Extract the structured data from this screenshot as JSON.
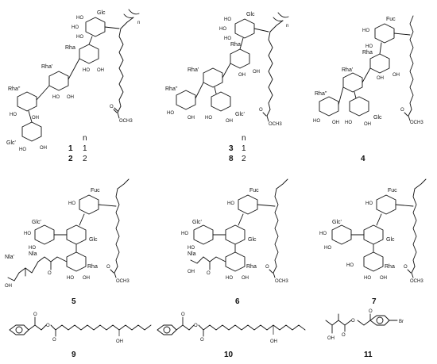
{
  "compounds": {
    "c1": "1",
    "c2": "2",
    "c3": "3",
    "c8": "8",
    "c4": "4",
    "c5": "5",
    "c6": "6",
    "c7": "7",
    "c9": "9",
    "c10": "10",
    "c11": "11"
  },
  "n_tables": {
    "left": {
      "header": "n",
      "row1": "1",
      "row2": "2"
    },
    "right": {
      "header": "n",
      "row1": "1",
      "row2": "2"
    }
  },
  "sugar_labels": {
    "glc": "Glc",
    "rha": "Rha",
    "rha1": "Rha'",
    "rha2": "Rha''",
    "glc1": "Glc'",
    "fuc": "Fuc",
    "nla": "Nla",
    "nla1": "Nla'"
  },
  "atom_labels": {
    "ho": "HO",
    "oh": "OH",
    "o": "O",
    "och3": "OCH3",
    "n": "n",
    "br": "Br",
    "oh_text": "OH"
  }
}
